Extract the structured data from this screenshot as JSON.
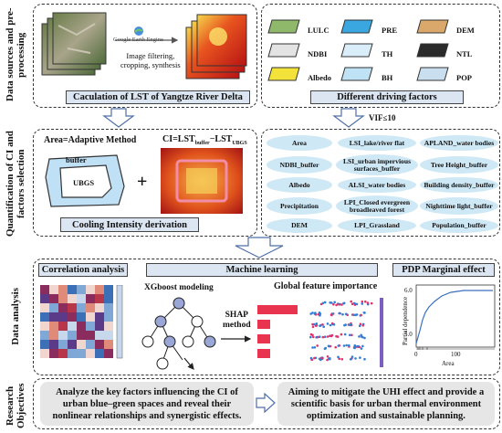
{
  "sections": {
    "s1": "Data sources and pre-processing",
    "s2": "Quantification of CI and factors selection",
    "s3": "Data analysis",
    "s4": "Research Objectives"
  },
  "lst_box": {
    "gee_label": "Google Earth Engine",
    "process": [
      "Image filtering,",
      "cropping, synthesis"
    ],
    "caption": "Caculation of LST of Yangtze River Delta"
  },
  "factors_box": {
    "items": [
      "LULC",
      "PRE",
      "DEM",
      "NDBI",
      "TH",
      "NTL",
      "Albedo",
      "BH",
      "POP"
    ],
    "caption": "Different driving factors"
  },
  "vif_label": "VIF≤10",
  "ci_box": {
    "method": "Area=Adaptive Method",
    "buffer": "buffer",
    "ubgs": "UBGS",
    "plus": "+",
    "caption": "Cooling Intensity derivation"
  },
  "factor_list": [
    [
      "Area",
      "LSI_lake/river flat",
      "APLAND_water bodies"
    ],
    [
      "NDBI_buffer",
      "LSI_urban impervious surfaces_buffer",
      "Tree Height_buffer"
    ],
    [
      "Albedo",
      "ALSI_water bodies",
      "Building density_buffer"
    ],
    [
      "Precipitation",
      "LPI_Closed evergreen broadleaved forest",
      "Nighttime light_buffer"
    ],
    [
      "DEM",
      "LPI_Grassland",
      "Population_buffer"
    ]
  ],
  "analysis": {
    "correlation": "Correlation analysis",
    "ml": "Machine learning",
    "pdp": "PDP Marginal effect",
    "xgb": "XGboost modeling",
    "shap": [
      "SHAP",
      "method"
    ],
    "gfi": "Global feature importance"
  },
  "pdp_chart": {
    "ylabel": "Partial dependence",
    "xlabel": "Area",
    "yticks": [
      "5.0",
      "6.0"
    ],
    "xticks": [
      "0",
      "100"
    ]
  },
  "objectives": {
    "left": "Analyze the key factors influencing the CI of urban blue–green spaces and reveal their nonlinear relationships and synergistic effects.",
    "right": "Aiming to mitigate the UHI effect and provide a scientific basis for urban thermal environment optimization and sustainable planning."
  }
}
